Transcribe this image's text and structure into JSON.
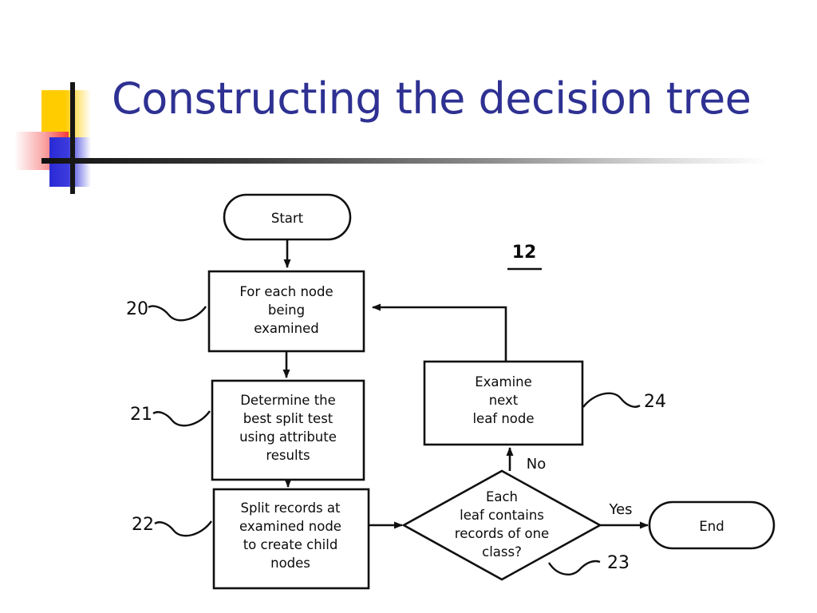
{
  "slide": {
    "title": "Constructing the decision tree",
    "title_color": "#2e3192",
    "background_color": "#ffffff",
    "decoration": {
      "yellow_color": "#ffcc00",
      "red_color": "#f43b3b",
      "blue_color": "#2a2ad6",
      "rule_color": "#111111"
    }
  },
  "figure": {
    "figure_number": "12",
    "nodes": [
      {
        "id": "start",
        "shape": "terminator",
        "label": "Start",
        "ref": ""
      },
      {
        "id": "foreach",
        "shape": "process",
        "label": "For each node\nbeing\nexamined",
        "ref": "20"
      },
      {
        "id": "determine",
        "shape": "process",
        "label": "Determine the\nbest split test\nusing attribute\nresults",
        "ref": "21"
      },
      {
        "id": "split",
        "shape": "process",
        "label": "Split records at\nexamined node\nto create child\nnodes",
        "ref": "22"
      },
      {
        "id": "decision",
        "shape": "decision",
        "label": "Each\nleaf contains\nrecords of one\nclass?",
        "ref": "23"
      },
      {
        "id": "examine",
        "shape": "process",
        "label": "Examine\nnext\nleaf node",
        "ref": "24"
      },
      {
        "id": "end",
        "shape": "terminator",
        "label": "End",
        "ref": ""
      }
    ],
    "node_labels": {
      "start": "Start",
      "foreach_line1": "For each node",
      "foreach_line2": "being",
      "foreach_line3": "examined",
      "determine_line1": "Determine the",
      "determine_line2": "best split test",
      "determine_line3": "using attribute",
      "determine_line4": "results",
      "split_line1": "Split records at",
      "split_line2": "examined node",
      "split_line3": "to create child",
      "split_line4": "nodes",
      "decision_line1": "Each",
      "decision_line2": "leaf contains",
      "decision_line3": "records of one",
      "decision_line4": "class?",
      "examine_line1": "Examine",
      "examine_line2": "next",
      "examine_line3": "leaf node",
      "end": "End"
    },
    "reference_numerals": {
      "foreach": "20",
      "determine": "21",
      "split": "22",
      "decision": "23",
      "examine": "24"
    },
    "edge_labels": {
      "no": "No",
      "yes": "Yes"
    },
    "edges": [
      {
        "from": "start",
        "to": "foreach",
        "label": ""
      },
      {
        "from": "foreach",
        "to": "determine",
        "label": ""
      },
      {
        "from": "determine",
        "to": "split",
        "label": ""
      },
      {
        "from": "split",
        "to": "decision",
        "label": ""
      },
      {
        "from": "decision",
        "to": "examine",
        "label": "No"
      },
      {
        "from": "decision",
        "to": "end",
        "label": "Yes"
      },
      {
        "from": "examine",
        "to": "foreach",
        "label": ""
      }
    ]
  }
}
